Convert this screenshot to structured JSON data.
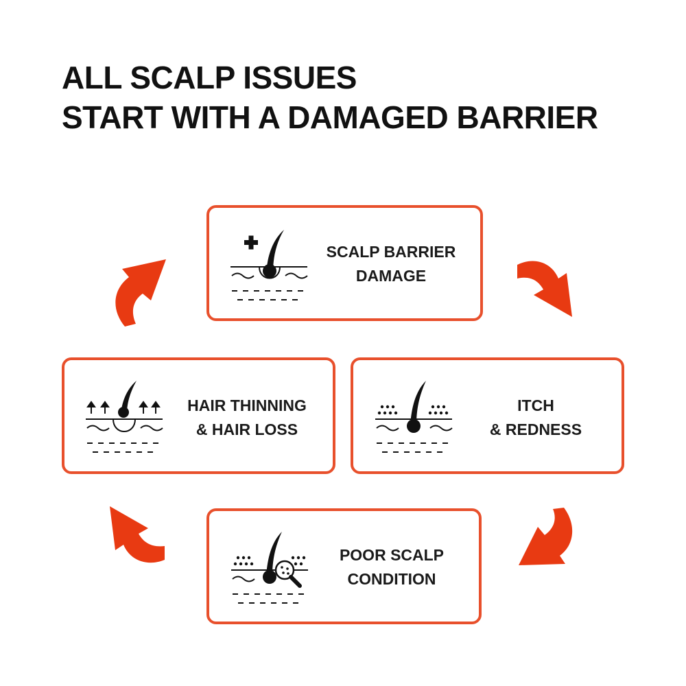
{
  "header": {
    "title_line1": "ALL SCALP ISSUES",
    "title_line2": "START WITH A DAMAGED BARRIER"
  },
  "cycle": {
    "steps": [
      {
        "id": "top",
        "line1": "SCALP BARRIER",
        "line2": "DAMAGE",
        "icon": "scalp-barrier-damage-icon"
      },
      {
        "id": "right",
        "line1": "ITCH",
        "line2": "& REDNESS",
        "icon": "scalp-itch-redness-icon"
      },
      {
        "id": "bottom",
        "line1": "POOR SCALP",
        "line2": "CONDITION",
        "icon": "scalp-condition-magnifier-icon"
      },
      {
        "id": "left",
        "line1": "HAIR THINNING",
        "line2": "& HAIR LOSS",
        "icon": "hair-thinning-loss-icon"
      }
    ],
    "arrow_color": "#E83A12",
    "border_color": "#E8502C"
  }
}
